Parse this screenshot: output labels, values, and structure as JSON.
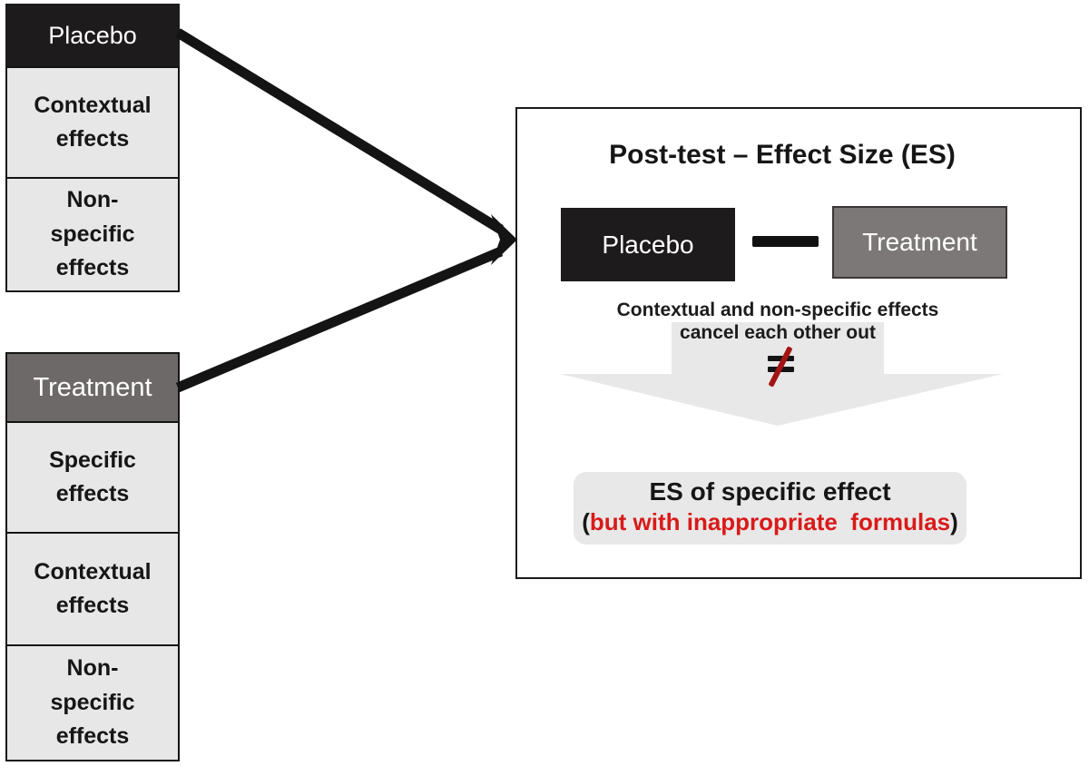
{
  "colors": {
    "box_black": "#1d1b1b",
    "header_gray": "#6e6969",
    "treatment_gray": "#7d7878",
    "cell_gray": "#e8e7e7",
    "arrow_gray": "#e9e8e8",
    "text_red": "#d91a1a",
    "slash_red": "#a31414",
    "line_black": "#141414"
  },
  "left": {
    "placebo": {
      "header": "Placebo",
      "items": [
        "Contextual\neffects",
        "Non-\nspecific\neffects"
      ]
    },
    "treatment": {
      "header": "Treatment",
      "items": [
        "Specific\neffects",
        "Contextual\neffects",
        "Non-\nspecific\neffects"
      ]
    }
  },
  "panel": {
    "title": "Post-test – Effect Size (ES)",
    "placebo_label": "Placebo",
    "treatment_label": "Treatment",
    "caption": "Contextual and non-specific effects\ncancel each other out",
    "not_equal_symbol": "≠",
    "result_title": "ES of specific effect",
    "result_paren_open": "(",
    "result_note": "but with inappropriate  formulas",
    "result_paren_close": ")"
  }
}
